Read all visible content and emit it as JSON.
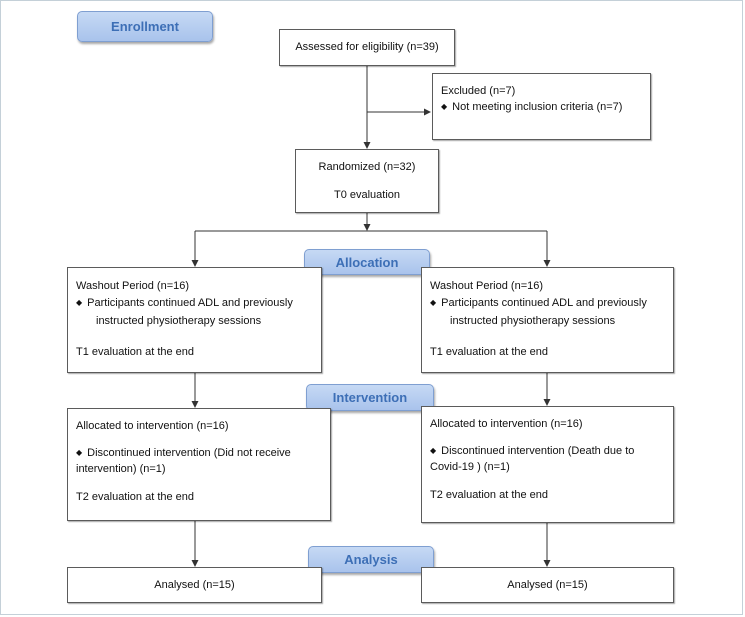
{
  "stages": {
    "enrollment": "Enrollment",
    "allocation": "Allocation",
    "intervention": "Intervention",
    "analysis": "Analysis"
  },
  "assessed": {
    "text": "Assessed for eligibility (n=39)"
  },
  "excluded": {
    "title": "Excluded  (n=7)",
    "bullet": "Not meeting inclusion criteria (n=7)"
  },
  "randomized": {
    "title": "Randomized (n=32)",
    "eval": "T0 evaluation"
  },
  "washout_left": {
    "title": "Washout Period (n=16)",
    "bullet_line1": "Participants continued ADL and previously",
    "bullet_line2": "instructed physiotherapy sessions",
    "eval": "T1 evaluation at the end"
  },
  "washout_right": {
    "title": "Washout Period (n=16)",
    "bullet_line1": "Participants continued ADL and previously",
    "bullet_line2": "instructed physiotherapy sessions",
    "eval": "T1 evaluation at the end"
  },
  "intervention_left": {
    "title": "Allocated to intervention (n=16)",
    "bullet_line1": "Discontinued intervention (Did not receive",
    "bullet_line2": "intervention) (n=1)",
    "eval": "T2 evaluation at the end"
  },
  "intervention_right": {
    "title": "Allocated to intervention (n=16)",
    "bullet_line1": "Discontinued intervention (Death due to",
    "bullet_line2": "Covid-19 ) (n=1)",
    "eval": "T2 evaluation at the end"
  },
  "analysed_left": {
    "text": "Analysed  (n=15)"
  },
  "analysed_right": {
    "text": "Analysed  (n=15)"
  },
  "colors": {
    "stage_fill": "#b7cdf0",
    "stage_text": "#3d6fb6",
    "box_border": "#5b5b5b",
    "connector": "#333333"
  }
}
